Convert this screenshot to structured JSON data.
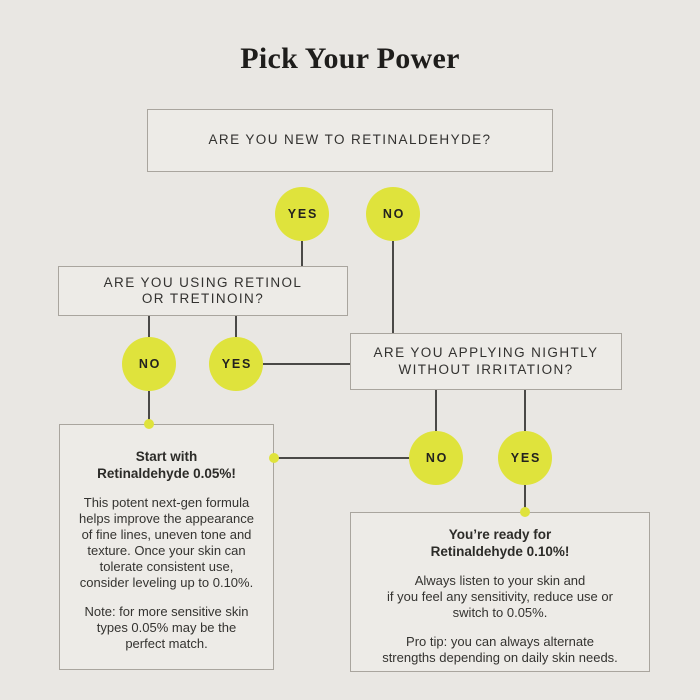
{
  "title": "Pick Your Power",
  "colors": {
    "background": "#e9e7e3",
    "box_fill": "#edebe7",
    "box_border": "#a9a59e",
    "accent_yellow": "#dfe33c",
    "connector_line": "#4a4947",
    "text": "#2c2b28"
  },
  "questions": {
    "q1": "ARE YOU NEW TO RETINALDEHYDE?",
    "q2": "ARE YOU USING RETINOL\nOR TRETINOIN?",
    "q3": "ARE YOU APPLYING NIGHTLY\nWITHOUT IRRITATION?"
  },
  "answers": {
    "q1_yes": "YES",
    "q1_no": "NO",
    "q2_no": "NO",
    "q2_yes": "YES",
    "q3_no": "NO",
    "q3_yes": "YES"
  },
  "results": {
    "start_005": {
      "heading": "Start with\nRetinaldehyde 0.05%!",
      "body": "This potent next-gen formula\nhelps improve the appearance\nof fine lines, uneven tone and\ntexture. Once your skin can\ntolerate consistent use,\nconsider leveling up to 0.10%.",
      "note": "Note: for more sensitive skin\ntypes 0.05% may be the\nperfect match."
    },
    "ready_010": {
      "heading": "You’re ready for\nRetinaldehyde 0.10%!",
      "body": "Always listen to your skin and\nif you feel any sensitivity, reduce use or\nswitch to 0.05%.",
      "note": "Pro tip: you can always alternate\nstrengths depending on daily skin needs."
    }
  }
}
